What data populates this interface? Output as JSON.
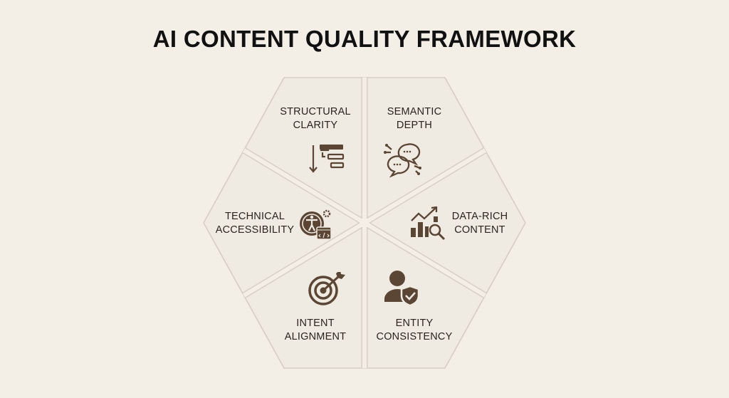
{
  "title": "AI CONTENT QUALITY FRAMEWORK",
  "colors": {
    "background": "#f3efe7",
    "segment": "#efeae2",
    "border": "#d5cec3",
    "icon": "#5b4535",
    "text": "#2a241f"
  },
  "segments": [
    {
      "id": "structural-clarity",
      "line1": "STRUCTURAL",
      "line2": "CLARITY",
      "icon": "hierarchy-list-icon"
    },
    {
      "id": "semantic-depth",
      "line1": "SEMANTIC",
      "line2": "DEPTH",
      "icon": "chat-bubbles-network-icon"
    },
    {
      "id": "data-rich-content",
      "line1": "DATA-RICH",
      "line2": "CONTENT",
      "icon": "bar-chart-magnifier-icon"
    },
    {
      "id": "entity-consistency",
      "line1": "ENTITY",
      "line2": "CONSISTENCY",
      "icon": "user-shield-icon"
    },
    {
      "id": "intent-alignment",
      "line1": "INTENT",
      "line2": "ALIGNMENT",
      "icon": "target-arrow-icon"
    },
    {
      "id": "technical-accessibility",
      "line1": "TECHNICAL",
      "line2": "ACCESSIBILITY",
      "icon": "accessibility-code-icon"
    }
  ]
}
